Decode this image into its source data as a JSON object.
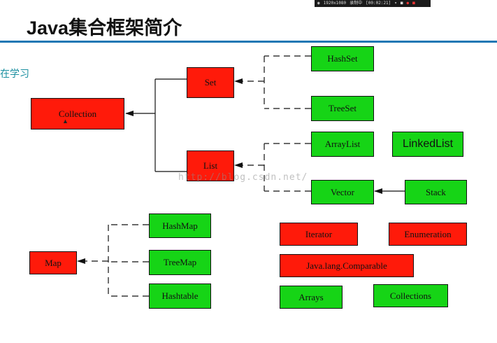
{
  "title": "Java集合框架简介",
  "side_note": "在学习",
  "watermark": "http://blog.csdn.net/",
  "recorder": {
    "resolution": "1920x1080",
    "label": "录制中",
    "time": "[00:02:21]"
  },
  "nodes": {
    "collection": "Collection",
    "set": "Set",
    "list": "List",
    "hashset": "HashSet",
    "treeset": "TreeSet",
    "arraylist": "ArrayList",
    "linkedlist": "LinkedList",
    "vector": "Vector",
    "stack": "Stack",
    "map": "Map",
    "hashmap": "HashMap",
    "treemap": "TreeMap",
    "hashtable": "Hashtable",
    "iterator": "Iterator",
    "enumeration": "Enumeration",
    "comparable": "Java.lang.Comparable",
    "arrays": "Arrays",
    "collections": "Collections"
  },
  "colors": {
    "interface": "#ff1a0a",
    "implementation": "#16d416",
    "accent_rule": "#1f77b4"
  }
}
